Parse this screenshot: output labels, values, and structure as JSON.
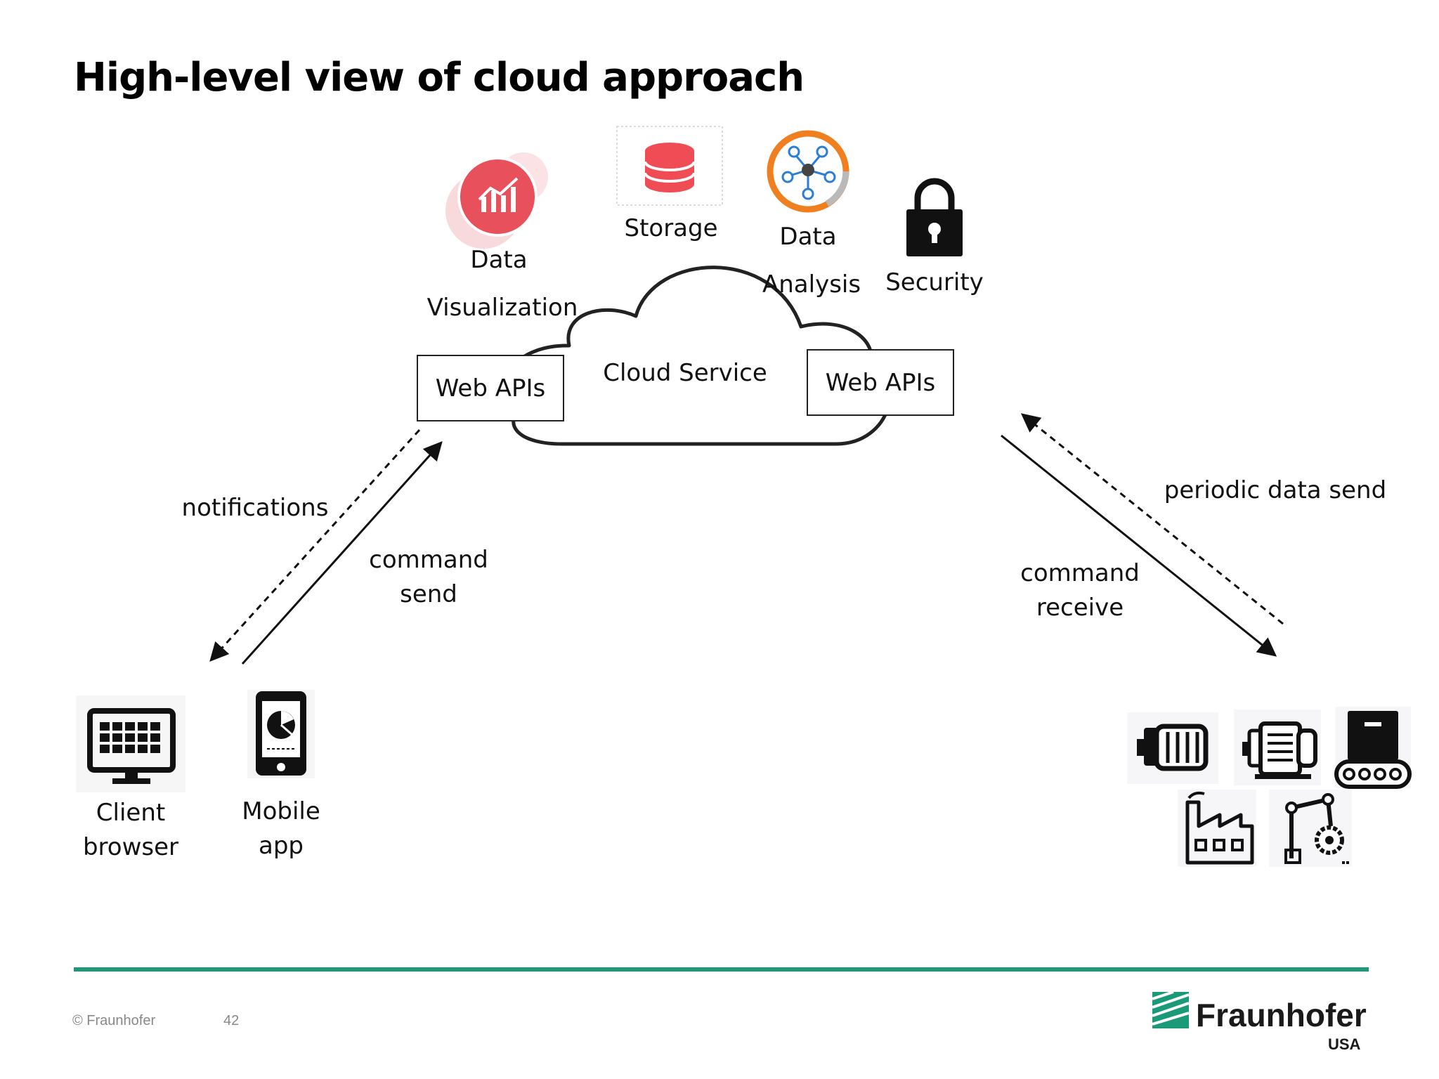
{
  "slide": {
    "title": "High-level view of cloud approach",
    "page_number": "42",
    "copyright": "© Fraunhofer"
  },
  "cloud": {
    "label": "Cloud Service",
    "left_api": "Web APIs",
    "right_api": "Web APIs"
  },
  "services": {
    "data_visualization": {
      "line1": "Data",
      "line2": "Visualization",
      "icon": "chart-icon"
    },
    "storage": {
      "label": "Storage",
      "icon": "database-icon"
    },
    "data_analysis": {
      "line1": "Data",
      "line2": "Analysis",
      "icon": "network-analysis-icon"
    },
    "security": {
      "label": "Security",
      "icon": "padlock-icon"
    }
  },
  "left_flows": {
    "notifications": "notifications",
    "command_send_line1": "command",
    "command_send_line2": "send"
  },
  "right_flows": {
    "periodic": "periodic data send",
    "command_receive_line1": "command",
    "command_receive_line2": "receive"
  },
  "clients": {
    "browser_line1": "Client",
    "browser_line2": "browser",
    "mobile_line1": "Mobile",
    "mobile_line2": "app"
  },
  "devices": [
    "motor-icon",
    "pump-motor-icon",
    "conveyor-icon",
    "factory-icon",
    "robot-arm-icon"
  ],
  "brand": {
    "name": "Fraunhofer",
    "sub": "USA"
  },
  "colors": {
    "accent_green": "#1b9a7a",
    "viz_red": "#e8505b",
    "storage_red": "#ef4c55",
    "analysis_orange": "#f07f1f",
    "analysis_blue": "#2a7fd4"
  }
}
